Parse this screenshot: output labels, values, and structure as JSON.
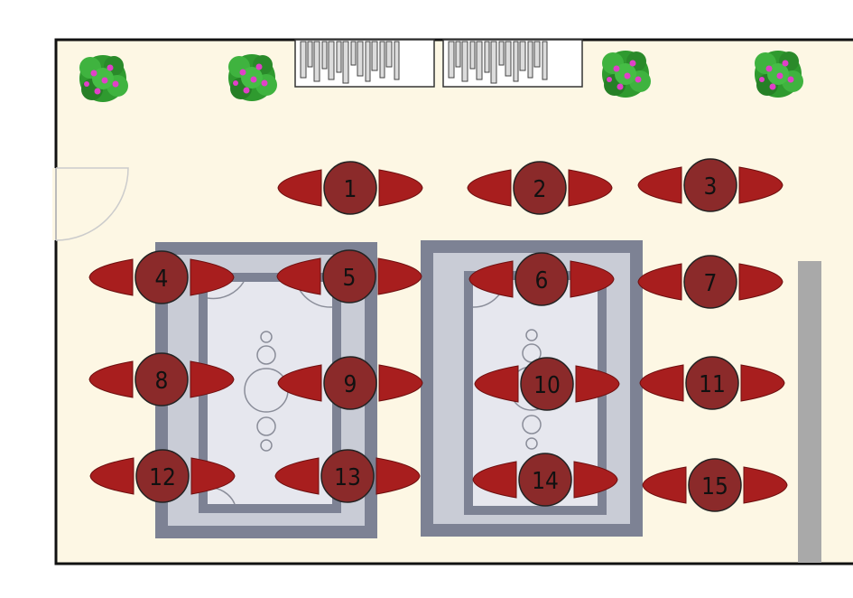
{
  "colors": {
    "floor": "#fdf7e4",
    "wall": "#111111",
    "chair": "#a81e1e",
    "table": "#8b2a2a",
    "rug_outer": "#7d8294",
    "rug_mid": "#c9ccd6",
    "rug_inner": "#e6e7ee",
    "plant_leaf": "#2f9a2f",
    "plant_flower": "#e040c8",
    "rail": "#a9a9a9"
  },
  "icons": {
    "plant": "potted-plant-icon",
    "door": "door-swing-icon",
    "shelf": "bookshelf-icon",
    "chair": "chair-icon",
    "table": "round-table-icon"
  },
  "tables": [
    {
      "label": "1"
    },
    {
      "label": "2"
    },
    {
      "label": "3"
    },
    {
      "label": "4"
    },
    {
      "label": "5"
    },
    {
      "label": "6"
    },
    {
      "label": "7"
    },
    {
      "label": "8"
    },
    {
      "label": "9"
    },
    {
      "label": "10"
    },
    {
      "label": "11"
    },
    {
      "label": "12"
    },
    {
      "label": "13"
    },
    {
      "label": "14"
    },
    {
      "label": "15"
    }
  ]
}
